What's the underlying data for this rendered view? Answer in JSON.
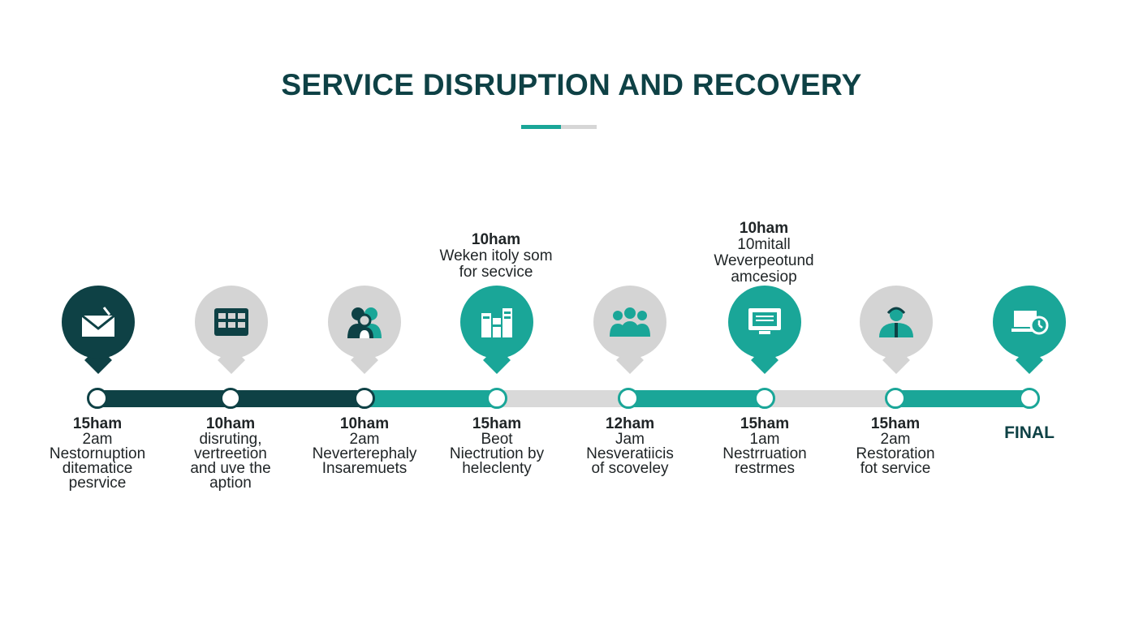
{
  "title": "SERVICE DISRUPTION AND RECOVERY",
  "accent_colors": {
    "dark": "#0e4145",
    "teal": "#1aa698",
    "gray": "#d4d4d4"
  },
  "above_labels": [
    {
      "time": "10ham",
      "lines": [
        "Weken itoly som",
        "for secvice"
      ]
    },
    {
      "time": "10ham",
      "lines": [
        "10mitall",
        "Weverpeotund",
        "amcesiop"
      ]
    }
  ],
  "events": [
    {
      "icon": "envelope-icon",
      "time": "15ham",
      "lines": [
        "2am",
        "Nestornuption",
        "ditematice",
        "pesrvice"
      ]
    },
    {
      "icon": "calendar-grid-icon",
      "time": "10ham",
      "lines": [
        "disruting,",
        "vertreetion",
        "and uve the",
        "aption"
      ]
    },
    {
      "icon": "people-icon",
      "time": "10ham",
      "lines": [
        "2am",
        "Neverterephaly",
        "Insaremuets"
      ]
    },
    {
      "icon": "server-icon",
      "time": "15ham",
      "lines": [
        "Beot",
        "Niectrution by",
        "heleclenty"
      ]
    },
    {
      "icon": "group-icon",
      "time": "12ham",
      "lines": [
        "Jam",
        "Nesveratiicis",
        "of scoveley"
      ]
    },
    {
      "icon": "monitor-icon",
      "time": "15ham",
      "lines": [
        "1am",
        "Nestrruation",
        "restrmes"
      ]
    },
    {
      "icon": "support-person-icon",
      "time": "15ham",
      "lines": [
        "2am",
        "Restoration",
        "fot service"
      ]
    },
    {
      "icon": "laptop-clock-icon",
      "time": "FINAL",
      "lines": []
    }
  ]
}
